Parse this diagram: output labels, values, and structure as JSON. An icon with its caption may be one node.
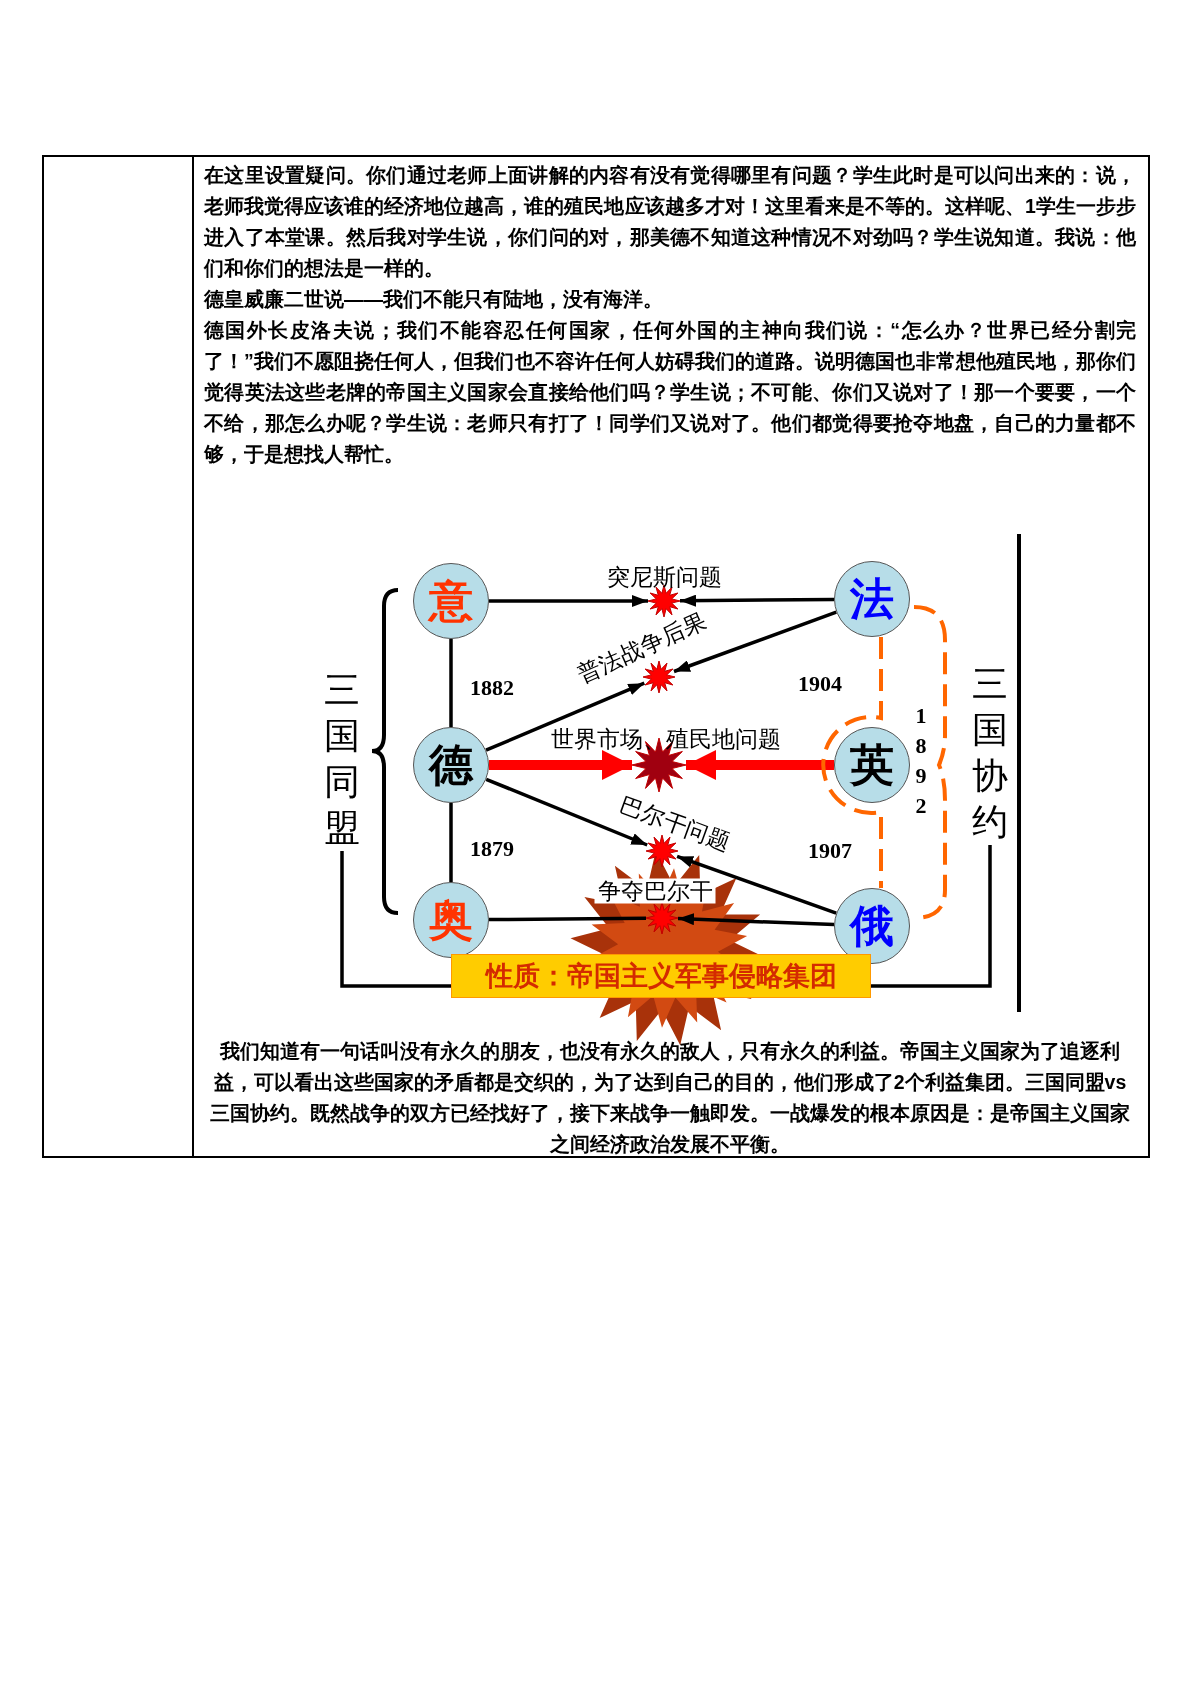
{
  "diagram": {
    "nodes": [
      {
        "text": [
          "意"
        ]
      },
      {
        "text": [
          "法"
        ]
      },
      {
        "text": [],
        "shape": "star",
        "beside": [
          "突尼斯问题"
        ]
      },
      {
        "text": [],
        "shape": "star",
        "beside": [
          "普法战争后果"
        ]
      },
      {
        "text": [
          "三国同盟"
        ]
      },
      {
        "text": [
          "德"
        ]
      },
      {
        "text": [],
        "shape": "star",
        "beside": [
          "世界市场、殖民地问题"
        ]
      },
      {
        "text": [
          "英"
        ]
      },
      {
        "text": [
          "三国协约"
        ]
      },
      {
        "text": [],
        "shape": "star",
        "beside": [
          "巴尔干问题"
        ]
      },
      {
        "text": [
          "奥"
        ]
      },
      {
        "text": [],
        "shape": "star",
        "beside": [
          "争夺巴尔干"
        ]
      },
      {
        "text": [
          "俄"
        ]
      },
      {
        "text": [
          "性质：帝国主义军事侵略集团"
        ]
      }
    ],
    "edges": [
      {
        "from": 0,
        "to": 2,
        "arrow": "to"
      },
      {
        "from": 1,
        "to": 2,
        "arrow": "to"
      },
      {
        "from": 1,
        "to": 3,
        "arrow": "to"
      },
      {
        "from": 5,
        "to": 3,
        "arrow": "to"
      },
      {
        "from": 5,
        "to": 6,
        "arrow": "to",
        "style": "thick",
        "color": "#ff0000"
      },
      {
        "from": 7,
        "to": 6,
        "arrow": "to",
        "style": "thick",
        "color": "#ff0000"
      },
      {
        "from": 5,
        "to": 9,
        "arrow": "to"
      },
      {
        "from": 12,
        "to": 9,
        "arrow": "to"
      },
      {
        "from": 10,
        "to": 11,
        "arrow": "none"
      },
      {
        "from": 12,
        "to": 11,
        "arrow": "to"
      },
      {
        "from": 0,
        "to": 5,
        "arrow": "none",
        "label": "1882"
      },
      {
        "from": 5,
        "to": 10,
        "arrow": "none",
        "label": "1879"
      },
      {
        "from": 1,
        "to": 12,
        "arrow": "none",
        "style": "dashed",
        "color": "#ff6600",
        "label": "1892"
      },
      {
        "from": 4,
        "to": 13,
        "arrow": "none"
      },
      {
        "from": 8,
        "to": 13,
        "arrow": "none"
      }
    ],
    "labels": [
      "在这里设置疑问。你们通过老师上面讲解的内容有没有觉得哪里有问题？学生此时是可以问出来的：说，老师我觉得应该谁的经济地位越高，谁的殖民地应该越多才对！这里看来是不等的。这样呢、1学生一步步进入了本堂课。然后我对学生说，你们问的对，那美德不知道这种情况不对劲吗？学生说知道。我说：他们和你们的想法是一样的。",
      "德皇威廉二世说——我们不能只有陆地，没有海洋。",
      "德国外长皮洛夫说；我们不能容忍任何国家，任何外国的主神向我们说：“怎么办？世界已经分割完了！”我们不愿阻挠任何人，但我们也不容许任何人妨碍我们的道路。说明德国也非常想他殖民地，那你们觉得英法这些老牌的帝国主义国家会直接给他们吗？学生说；不可能、你们又说对了！那一个要要，一个不给，那怎么办呢？学生说：老师只有打了！同学们又说对了。他们都觉得要抢夺地盘，自己的力量都不够，于是想找人帮忙。",
      "1904",
      "1907",
      "我们知道有一句话叫没有永久的朋友，也没有永久的敌人，只有永久的利益。帝国主义国家为了追逐利益，可以看出这些国家的矛盾都是交织的，为了达到自己的目的，他们形成了2个利益集团。三国同盟vs三国协约。既然战争的双方已经找好了，接下来战争一触即发。一战爆发的根本原因是：是帝国主义国家之间经济政治发展不平衡。"
    ]
  }
}
